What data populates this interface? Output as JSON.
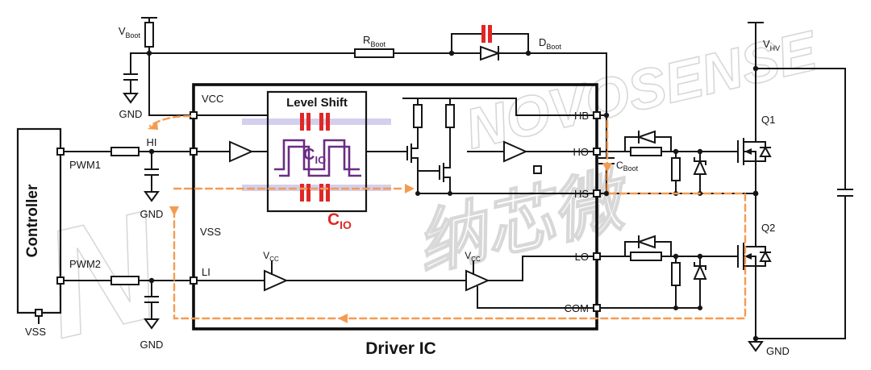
{
  "colors": {
    "wire": "#151515",
    "red_accent": "#e02726",
    "purple": "#6a2d84",
    "light_purple": "#c9c3e8",
    "orange_path": "#f59b50",
    "watermark": "#d8d8d8"
  },
  "watermark": {
    "brand": "NOVOSENSE",
    "cn": "纳芯微",
    "letter": "N"
  },
  "controller": {
    "label": "Controller",
    "pwm1": "PWM1",
    "pwm2": "PWM2",
    "vss": "VSS"
  },
  "bootstrap": {
    "vboot": {
      "m": "V",
      "s": "Boot"
    },
    "rboot": {
      "m": "R",
      "s": "Boot"
    },
    "dboot": {
      "m": "D",
      "s": "Boot"
    },
    "cboot": {
      "m": "C",
      "s": "Boot"
    }
  },
  "grounds": {
    "g1": "GND",
    "g2": "GND",
    "g3": "GND"
  },
  "driver": {
    "title": "Driver IC",
    "pins": {
      "vcc": "VCC",
      "hi": "HI",
      "vss": "VSS",
      "li": "LI",
      "hb": "HB",
      "ho": "HO",
      "hs": "HS",
      "lo": "LO",
      "com": "COM"
    },
    "level_shift": {
      "title": "Level Shift",
      "cio_top": {
        "m": "C",
        "s": "IO"
      },
      "cio_bottom": {
        "m": "C",
        "s": "IO"
      }
    },
    "vcc_buf1": {
      "m": "V",
      "s": "CC"
    },
    "vcc_buf2": {
      "m": "V",
      "s": "CC"
    }
  },
  "power_stage": {
    "vhv": {
      "m": "V",
      "s": "HV"
    },
    "q1": "Q1",
    "q2": "Q2",
    "gnd": "GND"
  }
}
